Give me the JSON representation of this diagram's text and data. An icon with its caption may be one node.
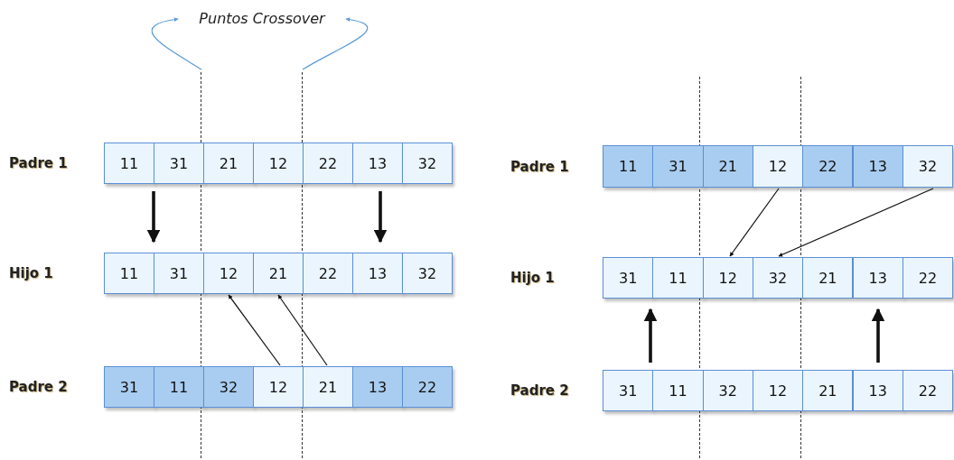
{
  "diagram": {
    "nodes": [
      {
        "text": [
          "Padre 1"
        ]
      },
      {
        "text": [
          "11"
        ],
        "in": 0
      },
      {
        "text": [
          "31"
        ],
        "in": 0
      },
      {
        "text": [
          "21"
        ],
        "in": 0
      },
      {
        "text": [
          "12"
        ],
        "in": 0
      },
      {
        "text": [
          "22"
        ],
        "in": 0
      },
      {
        "text": [
          "13"
        ],
        "in": 0
      },
      {
        "text": [
          "32"
        ],
        "in": 0
      },
      {
        "text": [
          "Hijo 1"
        ]
      },
      {
        "text": [
          "11"
        ],
        "in": 8
      },
      {
        "text": [
          "31"
        ],
        "in": 8
      },
      {
        "text": [
          "12"
        ],
        "in": 8
      },
      {
        "text": [
          "21"
        ],
        "in": 8
      },
      {
        "text": [
          "22"
        ],
        "in": 8
      },
      {
        "text": [
          "13"
        ],
        "in": 8
      },
      {
        "text": [
          "32"
        ],
        "in": 8
      },
      {
        "text": [
          "Padre 2"
        ]
      },
      {
        "text": [
          "31"
        ],
        "in": 16
      },
      {
        "text": [
          "11"
        ],
        "in": 16
      },
      {
        "text": [
          "32"
        ],
        "in": 16
      },
      {
        "text": [
          "12"
        ],
        "in": 16
      },
      {
        "text": [
          "21"
        ],
        "in": 16
      },
      {
        "text": [
          "13"
        ],
        "in": 16
      },
      {
        "text": [
          "22"
        ],
        "in": 16
      },
      {
        "text": [
          "Padre 1"
        ]
      },
      {
        "text": [
          "11"
        ],
        "in": 24
      },
      {
        "text": [
          "31"
        ],
        "in": 24
      },
      {
        "text": [
          "21"
        ],
        "in": 24
      },
      {
        "text": [
          "12"
        ],
        "in": 24
      },
      {
        "text": [
          "22"
        ],
        "in": 24
      },
      {
        "text": [
          "13"
        ],
        "in": 24
      },
      {
        "text": [
          "32"
        ],
        "in": 24
      },
      {
        "text": [
          "Hijo 1"
        ]
      },
      {
        "text": [
          "31"
        ],
        "in": 32
      },
      {
        "text": [
          "11"
        ],
        "in": 32
      },
      {
        "text": [
          "12"
        ],
        "in": 32
      },
      {
        "text": [
          "32"
        ],
        "in": 32
      },
      {
        "text": [
          "21"
        ],
        "in": 32
      },
      {
        "text": [
          "13"
        ],
        "in": 32
      },
      {
        "text": [
          "22"
        ],
        "in": 32
      },
      {
        "text": [
          "Padre 2"
        ]
      },
      {
        "text": [
          "31"
        ],
        "in": 40
      },
      {
        "text": [
          "11"
        ],
        "in": 40
      },
      {
        "text": [
          "32"
        ],
        "in": 40
      },
      {
        "text": [
          "12"
        ],
        "in": 40
      },
      {
        "text": [
          "21"
        ],
        "in": 40
      },
      {
        "text": [
          "13"
        ],
        "in": 40
      },
      {
        "text": [
          "22"
        ],
        "in": 40
      },
      {
        "text": [
          "Puntos Crossover"
        ]
      },
      {
        "text": [],
        "shape": "line"
      },
      {
        "text": [],
        "shape": "line"
      }
    ],
    "edges": [
      {
        "from": 0,
        "to": 8,
        "arrow": "to",
        "style": "thick"
      },
      {
        "from": 0,
        "to": 8,
        "arrow": "to",
        "style": "thick"
      },
      {
        "from": 20,
        "to": 11,
        "arrow": "to"
      },
      {
        "from": 21,
        "to": 12,
        "arrow": "to"
      },
      {
        "from": 40,
        "to": 32,
        "arrow": "to",
        "style": "thick"
      },
      {
        "from": 40,
        "to": 32,
        "arrow": "to",
        "style": "thick"
      },
      {
        "from": 28,
        "to": 35,
        "arrow": "to"
      },
      {
        "from": 31,
        "to": 36,
        "arrow": "to"
      },
      {
        "from": 49,
        "to": 48,
        "arrow": "to",
        "color": "#5b9bd5"
      },
      {
        "from": 50,
        "to": 48,
        "arrow": "to",
        "color": "#5b9bd5"
      }
    ]
  }
}
